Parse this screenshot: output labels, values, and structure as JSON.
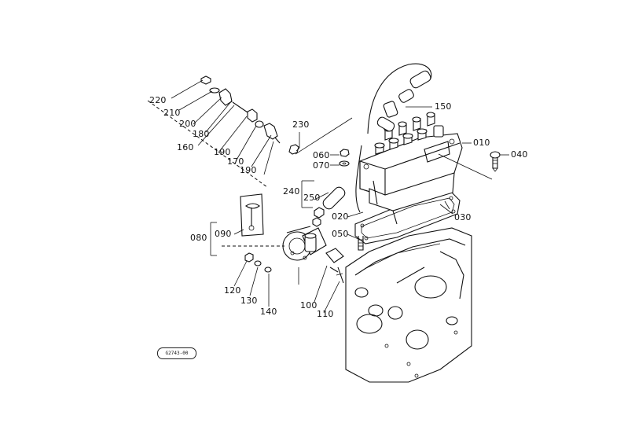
{
  "parts": {
    "p010": "010",
    "p020": "020",
    "p030": "030",
    "p040": "040",
    "p050": "050",
    "p060": "060",
    "p070": "070",
    "p080": "080",
    "p090": "090",
    "p100": "100",
    "p110": "110",
    "p120": "120",
    "p130": "130",
    "p140": "140",
    "p150": "150",
    "p160": "160",
    "p170": "170",
    "p180": "180",
    "p190a": "190",
    "p190b": "190",
    "p200": "200",
    "p210": "210",
    "p220": "220",
    "p230": "230",
    "p240": "240",
    "p250": "250"
  },
  "drawing_ref": "G2743-00"
}
